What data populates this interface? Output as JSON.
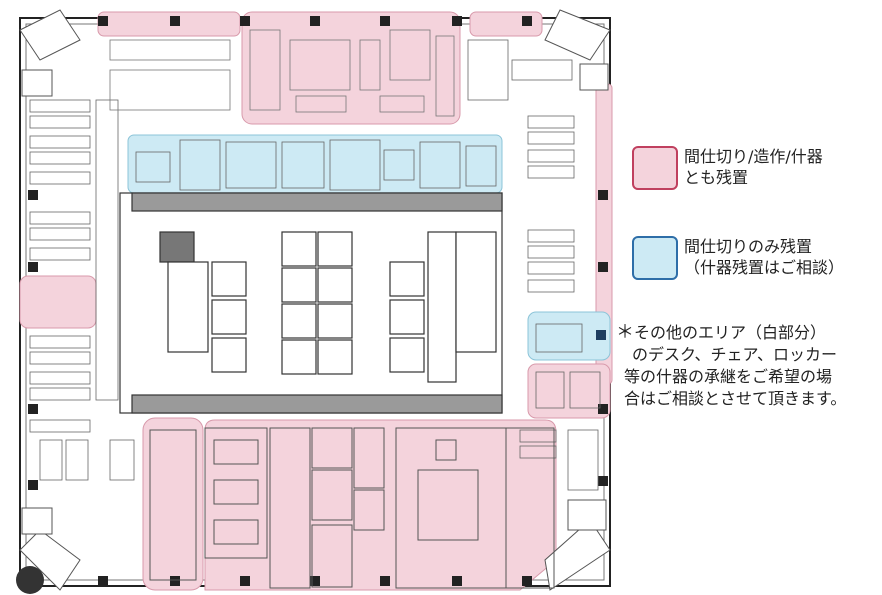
{
  "colors": {
    "pink_fill": "#f4d3dc",
    "pink_border": "#c0405f",
    "blue_fill": "#cdeaf4",
    "blue_border": "#2e6ea8",
    "wall": "#222222",
    "line": "#555555"
  },
  "legend": [
    {
      "line1": "間仕切り/造作/什器",
      "line2": "とも残置",
      "kind": "pink"
    },
    {
      "line1": "間仕切りのみ残置",
      "line2": "（什器残置はご相談）",
      "kind": "blue"
    }
  ],
  "note": {
    "star": "＊",
    "lines": [
      "その他のエリア（白部分）",
      "のデスク、チェア、ロッカー",
      "等の什器の承継をご希望の場",
      "合はご相談とさせて頂きます。"
    ]
  }
}
